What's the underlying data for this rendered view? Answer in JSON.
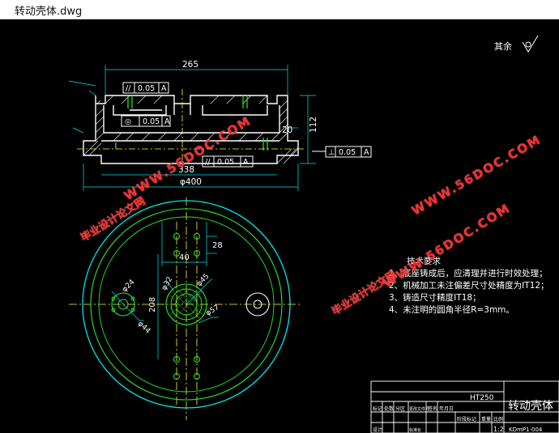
{
  "window": {
    "title": "转动壳体.dwg"
  },
  "drawing": {
    "surface_note": "其余",
    "dims": {
      "d265": "265",
      "d338": "338",
      "d400": "φ400",
      "d112": "112",
      "d20": "20",
      "d40": "40",
      "d208": "208",
      "d28": "28",
      "d24": "φ24",
      "d44": "φ44",
      "d45": "φ45",
      "d32": "φ32",
      "d57": "φ57"
    },
    "tolerance_frames": [
      {
        "symbol": "//",
        "value": "0.05",
        "datum": "A"
      },
      {
        "symbol": "◎",
        "value": "0.05",
        "datum": "A"
      },
      {
        "symbol": "//",
        "value": "0.05",
        "datum": "A"
      },
      {
        "symbol": "⊥",
        "value": "0.05",
        "datum": "A"
      }
    ]
  },
  "tech_requirements": {
    "title": "技术要求",
    "items": [
      "1、底座铸成后，应清理并进行时效处理；",
      "2、机械加工未注偏差尺寸处精度为IT12；",
      "3、铸造尺寸精度IT18；",
      "4、未注明的圆角半径R=3mm。"
    ]
  },
  "title_block": {
    "material": "HT250",
    "part_name": "转动壳体",
    "scale": "1:2",
    "labels": [
      "标记",
      "处数",
      "分区",
      "更改文件号",
      "签名",
      "年月日",
      "设计",
      "标准化",
      "阶段标记",
      "重量",
      "比例"
    ],
    "code": "KDmP1-004"
  },
  "watermarks": {
    "url": "WWW.56DOC.COM",
    "cn": "毕业设计论文网"
  },
  "colors": {
    "background": "#000000",
    "outline": "#ffffff",
    "cyan": "#00e5e5",
    "green": "#2ee82e",
    "yellow": "#ffff33",
    "magenta": "#ff33ff",
    "watermark": "#ff2a2a"
  }
}
